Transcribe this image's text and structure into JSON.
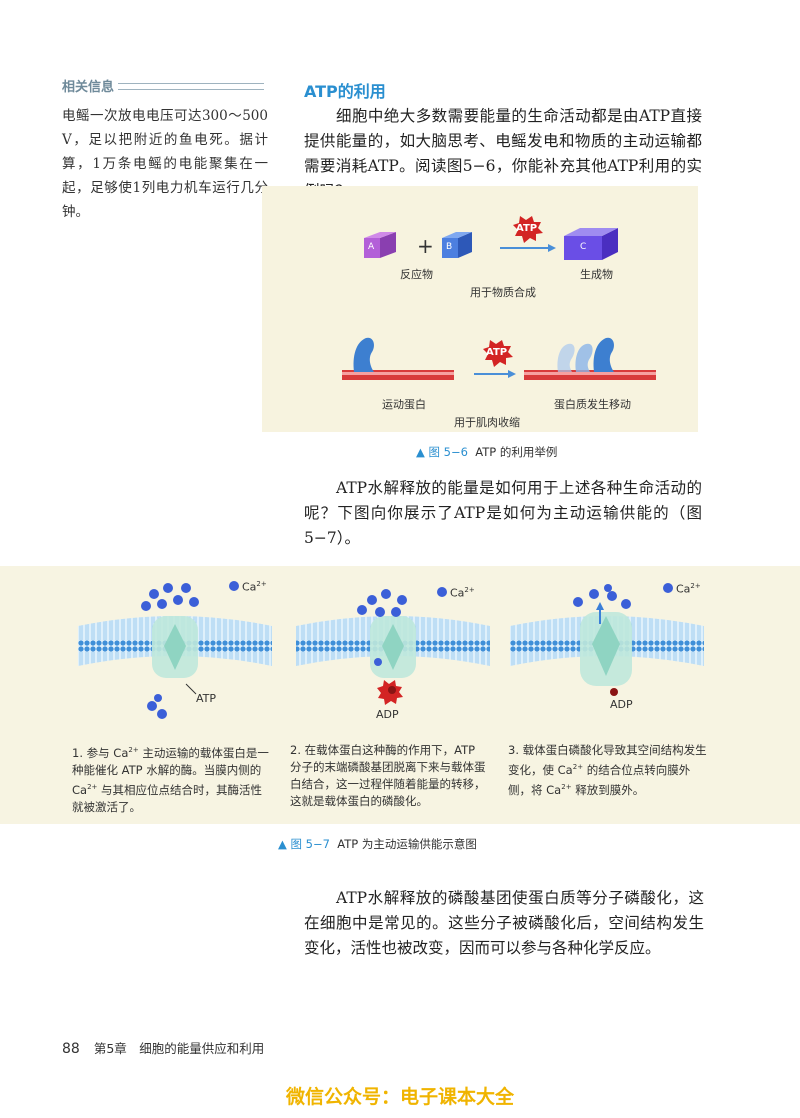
{
  "sidebar": {
    "heading": "相关信息",
    "text": "电鳐一次放电电压可达300～500 V，足以把附近的鱼电死。据计算，1万条电鳐的电能聚集在一起，足够使1列电力机车运行几分钟。"
  },
  "section": {
    "title": "ATP的利用",
    "para1": "细胞中绝大多数需要能量的生命活动都是由ATP直接提供能量的，如大脑思考、电鳐发电和物质的主动运输都需要消耗ATP。阅读图5−6，你能补充其他ATP利用的实例吗？",
    "para2": "ATP水解释放的能量是如何用于上述各种生命活动的呢？下图向你展示了ATP是如何为主动运输供能的（图5−7）。",
    "para3": "ATP水解释放的磷酸基团使蛋白质等分子磷酸化，这在细胞中是常见的。这些分子被磷酸化后，空间结构发生变化，活性也被改变，因而可以参与各种化学反应。"
  },
  "figure1": {
    "label_a": "A",
    "label_b": "B",
    "label_c": "C",
    "plus": "+",
    "atp": "ATP",
    "atp2": "ATP",
    "reactants": "反应物",
    "product": "生成物",
    "use1": "用于物质合成",
    "motor": "运动蛋白",
    "moving": "蛋白质发生移动",
    "use2": "用于肌肉收缩",
    "caption_num": "图 5−6",
    "caption_text": "ATP 的利用举例"
  },
  "figure2": {
    "ca": "Ca",
    "ca_charge": "2+",
    "atp_label": "ATP",
    "adp_label": "ADP",
    "step1_pre": "1. 参与 Ca",
    "step1_post": " 主动运输的载体蛋白是一种能催化 ATP 水解的酶。当膜内侧的 Ca",
    "step1_end": " 与其相应位点结合时，其酶活性就被激活了。",
    "step2": "2. 在载体蛋白这种酶的作用下，ATP 分子的末端磷酸基团脱离下来与载体蛋白结合，这一过程伴随着能量的转移，这就是载体蛋白的磷酸化。",
    "step3_pre": "3. 载体蛋白磷酸化导致其空间结构发生变化，使 Ca",
    "step3_mid": " 的结合位点转向膜外侧，将 Ca",
    "step3_end": " 释放到膜外。",
    "caption_num": "图 5−7",
    "caption_text": "ATP 为主动运输供能示意图"
  },
  "footer": {
    "page": "88",
    "chapter": "第5章　细胞的能量供应和利用"
  },
  "watermark": "微信公众号：电子课本大全",
  "colors": {
    "accent": "#2a8fd0",
    "watermark": "#f0b400",
    "figure_bg": "#f7f3df"
  }
}
